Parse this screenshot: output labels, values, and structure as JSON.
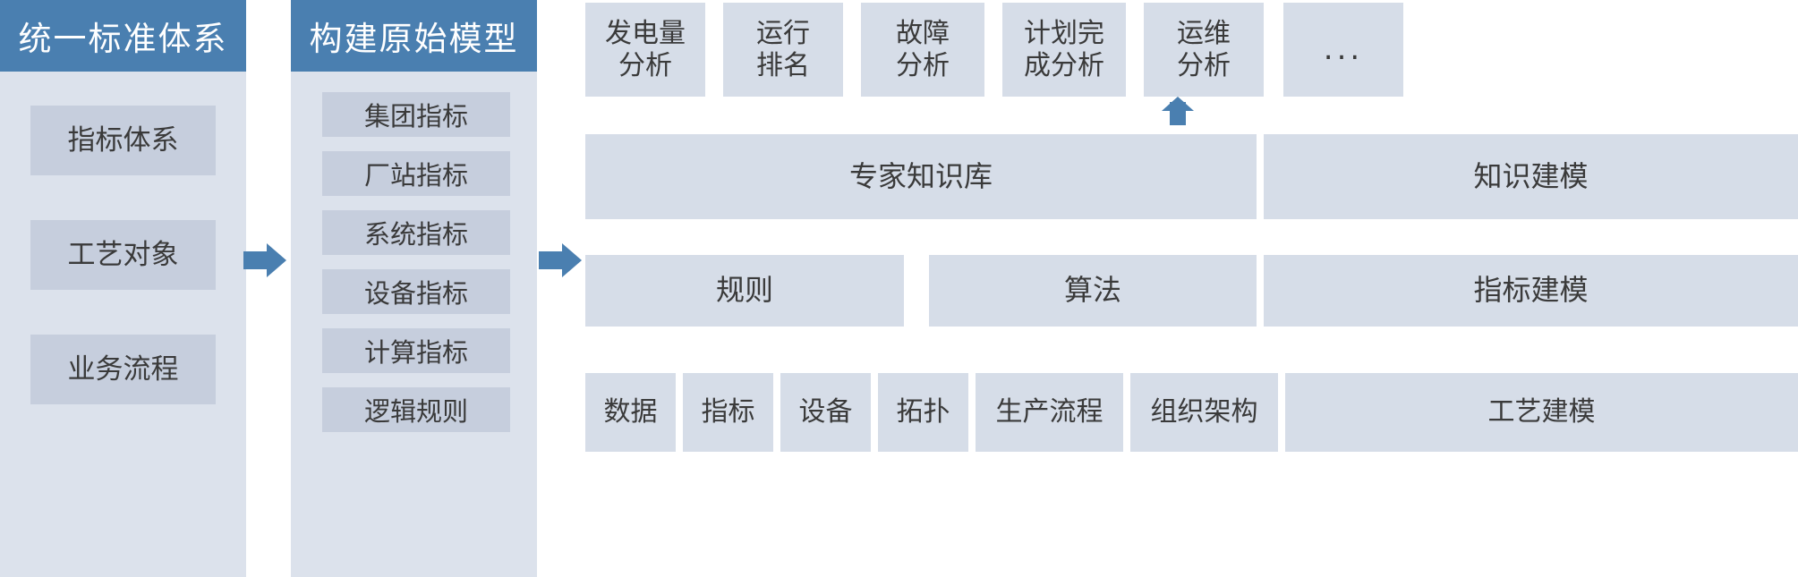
{
  "colors": {
    "header_blue": "#4a7fb0",
    "panel_bg": "#dce2ec",
    "card_bg": "#c6cedd",
    "card_light": "#d6dde8",
    "text": "#3a3a3a",
    "page_bg": "#ffffff"
  },
  "standard_column": {
    "header": "统一标准体系",
    "items": [
      {
        "label": "指标体系"
      },
      {
        "label": "工艺对象"
      },
      {
        "label": "业务流程"
      }
    ]
  },
  "model_column": {
    "header": "构建原始模型",
    "items": [
      {
        "label": "集团指标"
      },
      {
        "label": "厂站指标"
      },
      {
        "label": "系统指标"
      },
      {
        "label": "设备指标"
      },
      {
        "label": "计算指标"
      },
      {
        "label": "逻辑规则"
      }
    ]
  },
  "analysis_row": {
    "items": [
      {
        "label": "发电量\n分析",
        "line1": "发电量",
        "line2": "分析"
      },
      {
        "label": "运行\n排名",
        "line1": "运行",
        "line2": "排名"
      },
      {
        "label": "故障\n分析",
        "line1": "故障",
        "line2": "分析"
      },
      {
        "label": "计划完\n成分析",
        "line1": "计划完",
        "line2": "成分析"
      },
      {
        "label": "运维\n分析",
        "line1": "运维",
        "line2": "分析"
      },
      {
        "label": "...",
        "line1": "...",
        "line2": ""
      }
    ]
  },
  "knowledge_row": {
    "main": "专家知识库",
    "side": "知识建模"
  },
  "engine_row": {
    "items": [
      {
        "label": "规则"
      },
      {
        "label": "算法"
      }
    ],
    "side": "指标建模"
  },
  "foundation_row": {
    "items": [
      {
        "label": "数据"
      },
      {
        "label": "指标"
      },
      {
        "label": "设备"
      },
      {
        "label": "拓扑"
      },
      {
        "label": "生产流程"
      },
      {
        "label": "组织架构"
      },
      {
        "label": "工艺建模"
      }
    ]
  },
  "connectors": {
    "standard_to_model": "arrow-right",
    "model_to_engine": "arrow-right",
    "knowledge_to_fault": "arrow-up"
  }
}
